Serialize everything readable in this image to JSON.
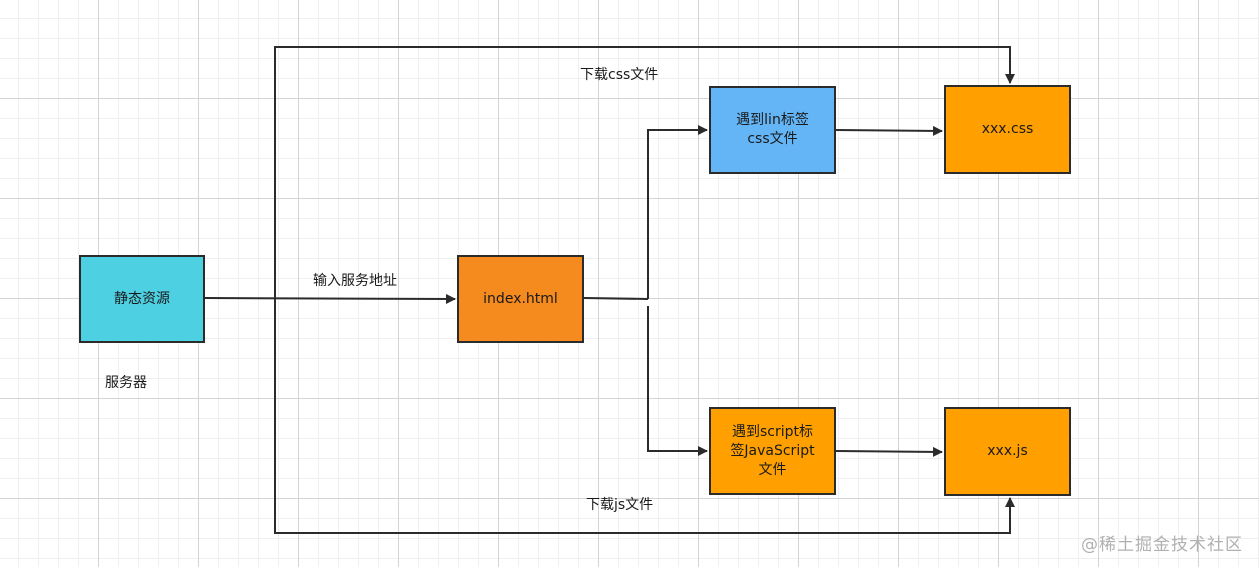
{
  "nodes": {
    "server": "静态资源",
    "index": "index.html",
    "link_tag": "遇到lin标签\ncss文件",
    "script_tag": "遇到script标\n签JavaScript\n文件",
    "css_file": "xxx.css",
    "js_file": "xxx.js"
  },
  "labels": {
    "server_caption": "服务器",
    "input_address": "输入服务地址",
    "download_css": "下载css文件",
    "download_js": "下载js文件"
  },
  "watermark": "@稀土掘金技术社区",
  "colors": {
    "server_fill": "#4dd0e1",
    "index_fill": "#f58a1f",
    "link_tag_fill": "#64b5f6",
    "orange_fill": "#ffa000",
    "line": "#2b2b2b"
  }
}
